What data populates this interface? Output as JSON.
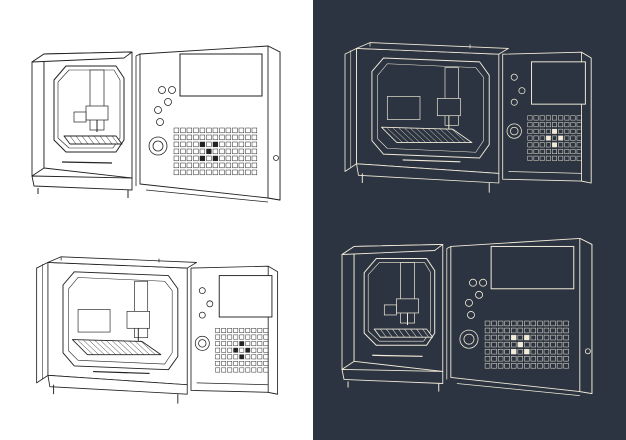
{
  "illustration": {
    "subject": "cnc-milling-machine",
    "views": [
      {
        "panel": "light",
        "view": "front-left",
        "line_color": "#222222",
        "fill": "#ffffff"
      },
      {
        "panel": "dark",
        "view": "back-left",
        "line_color": "#f2ead8",
        "fill": "#2b3440"
      },
      {
        "panel": "light",
        "view": "back-left",
        "line_color": "#222222",
        "fill": "#ffffff"
      },
      {
        "panel": "dark",
        "view": "front-left",
        "line_color": "#f2ead8",
        "fill": "#2b3440"
      }
    ]
  },
  "colors": {
    "light_background": "#ffffff",
    "dark_background": "#2b3440",
    "dark_line": "#222222",
    "light_line": "#f2ead8"
  }
}
